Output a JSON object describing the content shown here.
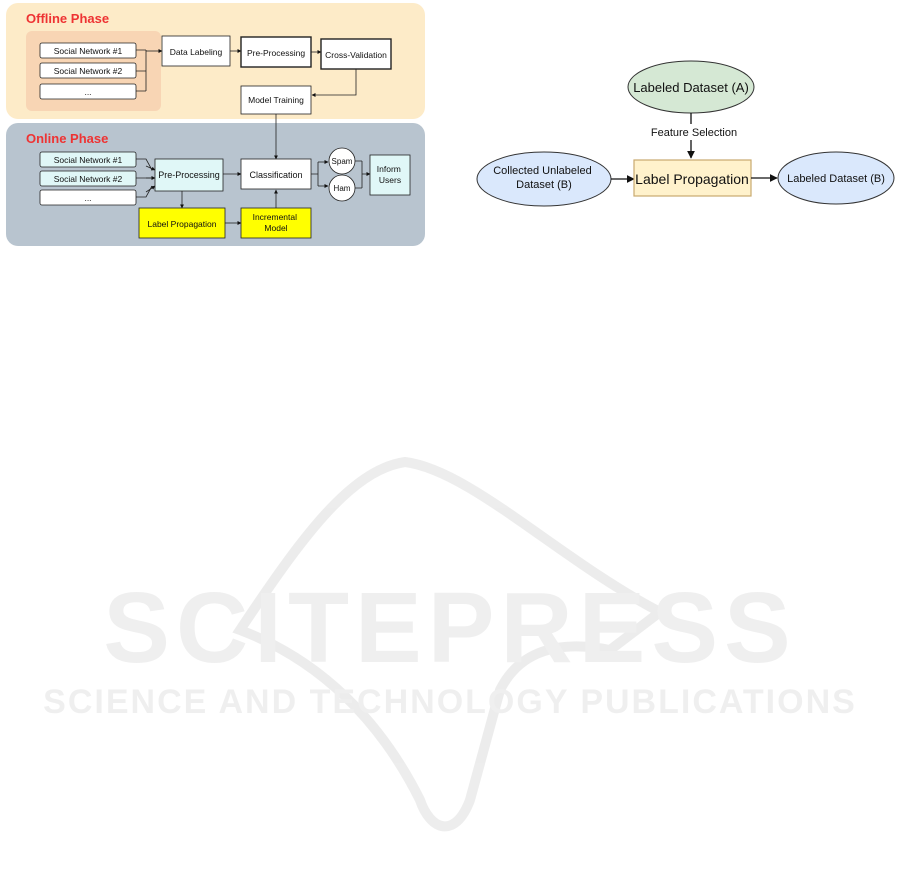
{
  "figure_left": {
    "offline": {
      "title": "Offline Phase",
      "sources": [
        "Social Network #1",
        "Social Network #2",
        "..."
      ],
      "data_labeling": "Data Labeling",
      "pre_processing": "Pre-Processing",
      "cross_validation": "Cross-Validation",
      "model_training": "Model Training"
    },
    "online": {
      "title": "Online Phase",
      "sources": [
        "Social Network #1",
        "Social Network #2",
        "..."
      ],
      "pre_processing": "Pre-Processing",
      "classification": "Classification",
      "spam": "Spam",
      "ham": "Ham",
      "inform_users": "Inform Users",
      "label_propagation": "Label Propagation",
      "incremental_model": "Incremental Model"
    },
    "colors": {
      "offline_bg": "#fdebc8",
      "source_group_bg": "#f8d5b4",
      "online_bg": "#b8c4cf",
      "online_box": "#e0f7f7",
      "highlight": "#ffff00",
      "phase_title": "#ee3333"
    }
  },
  "figure_right": {
    "labeled_a": "Labeled Dataset (A)",
    "feature_selection": "Feature Selection",
    "collected_unlabeled": "Collected Unlabeled Dataset (B)",
    "label_propagation": "Label Propagation",
    "labeled_b": "Labeled Dataset (B)",
    "colors": {
      "green_ellipse": "#d5e8d4",
      "blue_ellipse": "#dae8fc",
      "orange_box": "#fff2cc"
    }
  },
  "watermark": {
    "brand": "SCITEPRESS",
    "tagline": "SCIENCE AND TECHNOLOGY PUBLICATIONS"
  }
}
